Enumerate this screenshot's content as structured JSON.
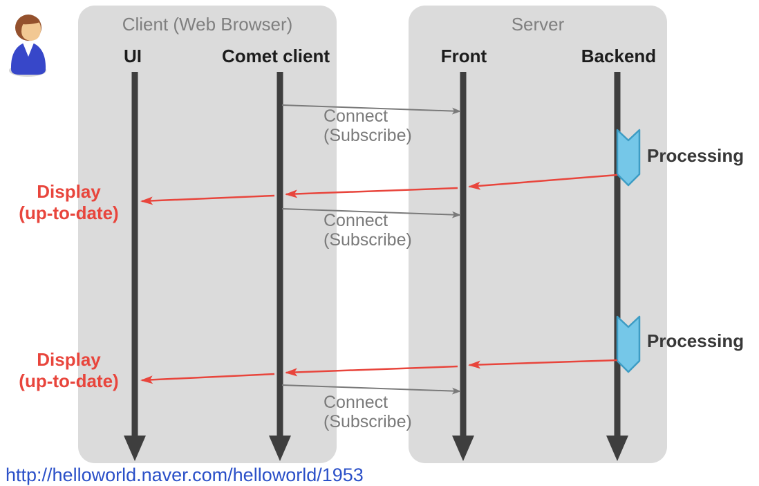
{
  "diagram_type": "sequence-diagram (Comet / long-polling flow)",
  "client": {
    "title": "Client (Web Browser)",
    "lifelines": [
      {
        "label": "UI"
      },
      {
        "label": "Comet client"
      }
    ]
  },
  "server": {
    "title": "Server",
    "lifelines": [
      {
        "label": "Front"
      },
      {
        "label": "Backend"
      }
    ]
  },
  "labels": {
    "connect": {
      "line1": "Connect",
      "line2": "(Subscribe)"
    },
    "display": {
      "line1": "Display",
      "line2": "(up-to-date)"
    },
    "processing": "Processing"
  },
  "events": [
    {
      "order": 1,
      "type": "message",
      "from": "Comet client",
      "to": "Front",
      "label": "Connect (Subscribe)"
    },
    {
      "order": 2,
      "type": "activity",
      "at": "Backend",
      "label": "Processing"
    },
    {
      "order": 3,
      "type": "push",
      "from": "Backend",
      "via": [
        "Front",
        "Comet client"
      ],
      "to": "UI",
      "label": "Display (up-to-date)"
    },
    {
      "order": 4,
      "type": "message",
      "from": "Comet client",
      "to": "Front",
      "label": "Connect (Subscribe)"
    },
    {
      "order": 5,
      "type": "activity",
      "at": "Backend",
      "label": "Processing"
    },
    {
      "order": 6,
      "type": "push",
      "from": "Backend",
      "via": [
        "Front",
        "Comet client"
      ],
      "to": "UI",
      "label": "Display (up-to-date)"
    },
    {
      "order": 7,
      "type": "message",
      "from": "Comet client",
      "to": "Front",
      "label": "Connect (Subscribe)"
    }
  ],
  "link": {
    "text": "http://helloworld.naver.com/helloworld/1953"
  },
  "icons": [
    {
      "name": "user-icon",
      "description": "person with brown hair and blue shirt, top-left"
    }
  ],
  "colors": {
    "panel_bg": "#dbdbdb",
    "lifeline": "#3e3e3e",
    "connect_arrow": "#7a7a7a",
    "display_arrow": "#e8453c",
    "display_text": "#e8453c",
    "processing_fill": "#75c7e8",
    "processing_stroke": "#3d9cc4",
    "title_text": "#7f7f7f",
    "lifeline_text": "#1c1c1c",
    "link_text": "#2b50c8"
  }
}
